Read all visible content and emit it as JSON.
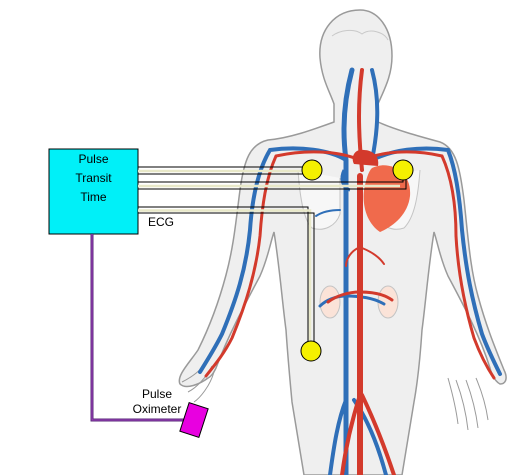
{
  "diagram": {
    "box_label": [
      "Pulse",
      "Transit",
      "Time"
    ],
    "ecg_label": "ECG",
    "oximeter_label": [
      "Pulse",
      "Oximeter"
    ]
  },
  "colors": {
    "box_fill": "#00f0f8",
    "electrode": "#f5f000",
    "oximeter": "#e800e0",
    "artery": "#d33a2c",
    "vein": "#2f6fb8",
    "heart": "#f06a4c",
    "body_outline": "#9a9a9a",
    "body_fill": "#efefef",
    "oximeter_wire": "#5a2a7a"
  }
}
